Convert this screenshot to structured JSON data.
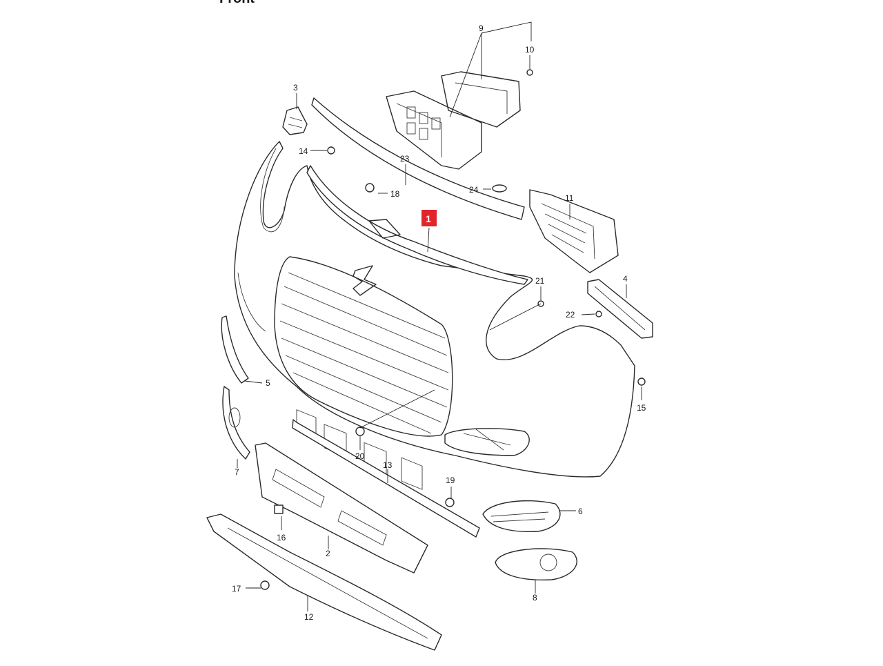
{
  "header_fragment": "Front",
  "highlight": {
    "label": "1",
    "color": "#e0262b"
  },
  "callouts": {
    "c2": "2",
    "c3": "3",
    "c4": "4",
    "c5": "5",
    "c6": "6",
    "c7": "7",
    "c8": "8",
    "c9": "9",
    "c10": "10",
    "c11": "11",
    "c12": "12",
    "c13": "13",
    "c14": "14",
    "c15": "15",
    "c16": "16",
    "c17": "17",
    "c18": "18",
    "c19": "19",
    "c20": "20",
    "c21": "21",
    "c22": "22",
    "c23": "23",
    "c24": "24"
  }
}
